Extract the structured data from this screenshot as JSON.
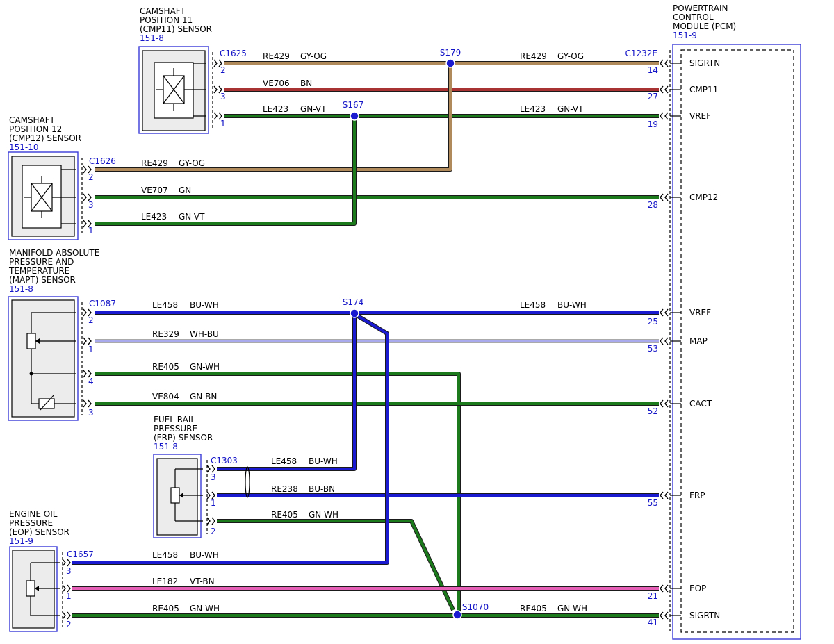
{
  "colors": {
    "GY-OG": "#b08a5a",
    "BN": "#a83232",
    "GN-VT": "#1c7a1c",
    "GN": "#1c7a1c",
    "BU-WH": "#1a1ad0",
    "WH-BU": "#ffffff",
    "GN-WH": "#1c7a1c",
    "GN-BN": "#1c7a1c",
    "BU-BN": "#1a1ad0",
    "VT-BN": "#e45fb5",
    "box_blue": "#3a3ad8",
    "label_blue": "#1414c8"
  },
  "components": {
    "cmp11": {
      "title": [
        "CAMSHAFT",
        "POSITION 11",
        "(CMP11) SENSOR"
      ],
      "ref": "151-8"
    },
    "cmp12": {
      "title": [
        "CAMSHAFT",
        "POSITION 12",
        "(CMP12) SENSOR"
      ],
      "ref": "151-10"
    },
    "mapt": {
      "title": [
        "MANIFOLD ABSOLUTE",
        "PRESSURE AND",
        "TEMPERATURE",
        "(MAPT) SENSOR"
      ],
      "ref": "151-8"
    },
    "frp": {
      "title": [
        "FUEL RAIL",
        "PRESSURE",
        "(FRP) SENSOR"
      ],
      "ref": "151-8"
    },
    "eop": {
      "title": [
        "ENGINE OIL",
        "PRESSURE",
        "(EOP) SENSOR"
      ],
      "ref": "151-9"
    },
    "pcm": {
      "title": [
        "POWERTRAIN",
        "CONTROL",
        "MODULE (PCM)"
      ],
      "ref": "151-9"
    }
  },
  "connectors": {
    "c1625": "C1625",
    "c1626": "C1626",
    "c1087": "C1087",
    "c1303": "C1303",
    "c1657": "C1657",
    "c1232e": "C1232E"
  },
  "splices": {
    "s179": "S179",
    "s167": "S167",
    "s174": "S174",
    "s1070": "S1070"
  },
  "pcm_pins": [
    {
      "name": "SIGRTN",
      "pin": "14"
    },
    {
      "name": "CMP11",
      "pin": "27"
    },
    {
      "name": "VREF",
      "pin": "19"
    },
    {
      "name": "CMP12",
      "pin": "28"
    },
    {
      "name": "VREF",
      "pin": "25"
    },
    {
      "name": "MAP",
      "pin": "53"
    },
    {
      "name": "CACT",
      "pin": "52"
    },
    {
      "name": "FRP",
      "pin": "55"
    },
    {
      "name": "EOP",
      "pin": "21"
    },
    {
      "name": "SIGRTN",
      "pin": "41"
    }
  ],
  "sensor_pins": {
    "cmp11": [
      "2",
      "3",
      "1"
    ],
    "cmp12": [
      "2",
      "3",
      "1"
    ],
    "mapt": [
      "2",
      "1",
      "4",
      "3"
    ],
    "frp": [
      "3",
      "1",
      "2"
    ],
    "eop": [
      "3",
      "1",
      "2"
    ]
  },
  "wire_labels": [
    {
      "circuit": "RE429",
      "color": "GY-OG"
    },
    {
      "circuit": "RE429",
      "color": "GY-OG"
    },
    {
      "circuit": "VE706",
      "color": "BN"
    },
    {
      "circuit": "LE423",
      "color": "GN-VT"
    },
    {
      "circuit": "LE423",
      "color": "GN-VT"
    },
    {
      "circuit": "RE429",
      "color": "GY-OG"
    },
    {
      "circuit": "VE707",
      "color": "GN"
    },
    {
      "circuit": "LE423",
      "color": "GN-VT"
    },
    {
      "circuit": "LE458",
      "color": "BU-WH"
    },
    {
      "circuit": "LE458",
      "color": "BU-WH"
    },
    {
      "circuit": "RE329",
      "color": "WH-BU"
    },
    {
      "circuit": "RE405",
      "color": "GN-WH"
    },
    {
      "circuit": "VE804",
      "color": "GN-BN"
    },
    {
      "circuit": "LE458",
      "color": "BU-WH"
    },
    {
      "circuit": "RE238",
      "color": "BU-BN"
    },
    {
      "circuit": "RE405",
      "color": "GN-WH"
    },
    {
      "circuit": "LE458",
      "color": "BU-WH"
    },
    {
      "circuit": "LE182",
      "color": "VT-BN"
    },
    {
      "circuit": "RE405",
      "color": "GN-WH"
    },
    {
      "circuit": "RE405",
      "color": "GN-WH"
    }
  ]
}
